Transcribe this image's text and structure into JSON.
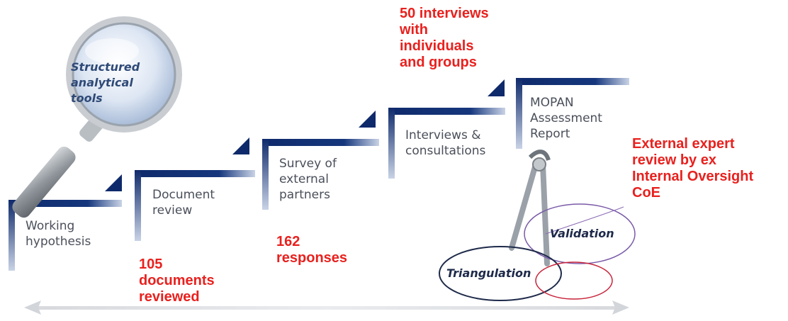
{
  "lens": {
    "text": "Structured\nanalytical\ntools"
  },
  "steps": [
    {
      "label": "Working\nhypothesis"
    },
    {
      "label": "Document\nreview"
    },
    {
      "label": "Survey of\nexternal\npartners"
    },
    {
      "label": "Interviews &\nconsultations"
    },
    {
      "label": "MOPAN\nAssessment\nReport"
    }
  ],
  "notes": {
    "documents": "105\ndocuments\nreviewed",
    "responses": "162\nresponses",
    "interviews": "50 interviews\nwith\nindividuals\nand groups",
    "expert": "External expert\nreview by ex\nInternal Oversight\nCoE"
  },
  "ellipses": {
    "validation": "Validation",
    "triangulation": "Triangulation"
  },
  "colors": {
    "step_dark": "#0f2a6b",
    "step_light": "#c9d3e6",
    "note_red": "#e8211e"
  }
}
